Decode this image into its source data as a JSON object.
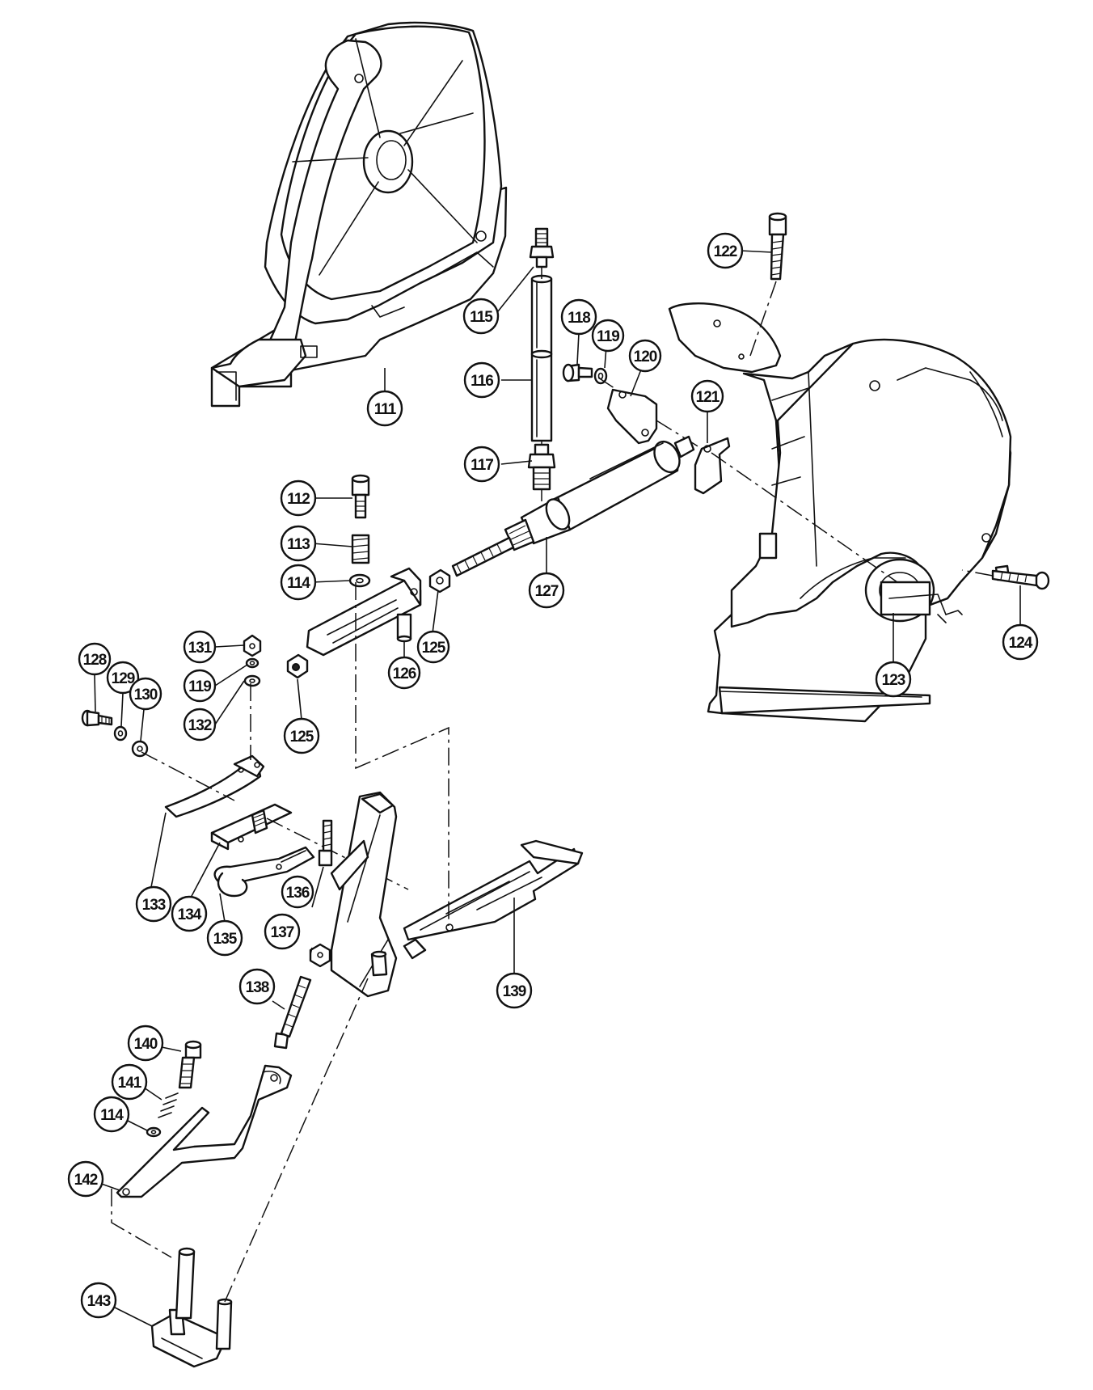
{
  "parts": {
    "p111": "111",
    "p112": "112",
    "p113": "113",
    "p114a": "114",
    "p114b": "114",
    "p115": "115",
    "p116": "116",
    "p117": "117",
    "p118": "118",
    "p119a": "119",
    "p119b": "119",
    "p120": "120",
    "p121": "121",
    "p122": "122",
    "p123": "123",
    "p124": "124",
    "p125a": "125",
    "p125b": "125",
    "p126": "126",
    "p127": "127",
    "p128": "128",
    "p129": "129",
    "p130": "130",
    "p131": "131",
    "p132": "132",
    "p133": "133",
    "p134": "134",
    "p135": "135",
    "p136": "136",
    "p137": "137",
    "p138": "138",
    "p139": "139",
    "p140": "140",
    "p141": "141",
    "p142": "142",
    "p143": "143"
  },
  "colors": {
    "line": "#111111",
    "background": "#ffffff"
  }
}
